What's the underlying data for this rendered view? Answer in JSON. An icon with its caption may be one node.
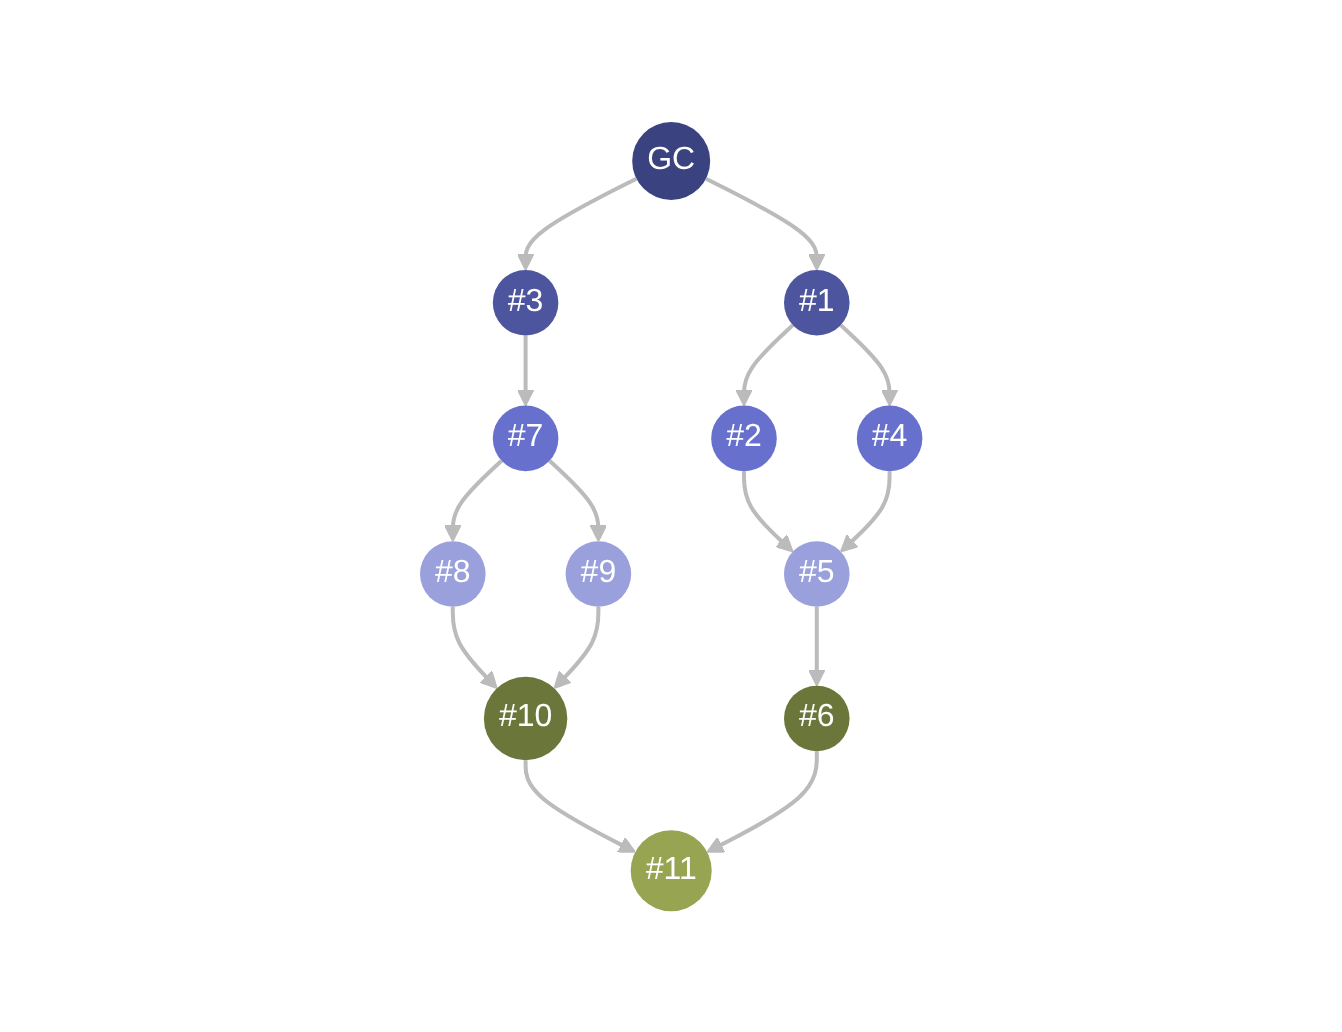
{
  "diagram": {
    "nodes": [
      {
        "text": [
          "GC"
        ]
      },
      {
        "text": [
          "#3"
        ]
      },
      {
        "text": [
          "#1"
        ]
      },
      {
        "text": [
          "#7"
        ]
      },
      {
        "text": [
          "#2"
        ]
      },
      {
        "text": [
          "#4"
        ]
      },
      {
        "text": [
          "#8"
        ]
      },
      {
        "text": [
          "#9"
        ]
      },
      {
        "text": [
          "#5"
        ]
      },
      {
        "text": [
          "#10"
        ]
      },
      {
        "text": [
          "#6"
        ]
      },
      {
        "text": [
          "#11"
        ]
      }
    ],
    "edges": [
      {
        "from": 0,
        "to": 1,
        "arrow": "to"
      },
      {
        "from": 0,
        "to": 2,
        "arrow": "to"
      },
      {
        "from": 1,
        "to": 3,
        "arrow": "to"
      },
      {
        "from": 2,
        "to": 4,
        "arrow": "to"
      },
      {
        "from": 2,
        "to": 5,
        "arrow": "to"
      },
      {
        "from": 3,
        "to": 6,
        "arrow": "to"
      },
      {
        "from": 3,
        "to": 7,
        "arrow": "to"
      },
      {
        "from": 4,
        "to": 8,
        "arrow": "to"
      },
      {
        "from": 5,
        "to": 8,
        "arrow": "to"
      },
      {
        "from": 6,
        "to": 9,
        "arrow": "to"
      },
      {
        "from": 7,
        "to": 9,
        "arrow": "to"
      },
      {
        "from": 8,
        "to": 10,
        "arrow": "to"
      },
      {
        "from": 9,
        "to": 11,
        "arrow": "to"
      },
      {
        "from": 10,
        "to": 11,
        "arrow": "to"
      }
    ]
  }
}
